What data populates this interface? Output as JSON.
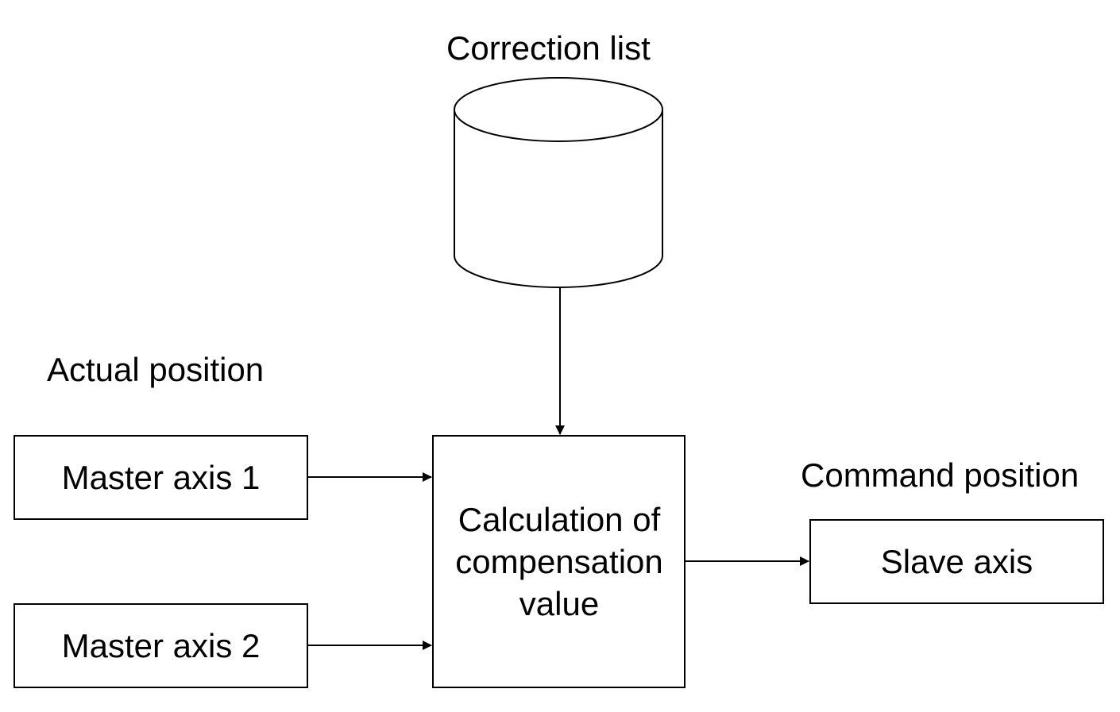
{
  "labels": {
    "correction_list": "Correction list",
    "actual_position": "Actual position",
    "command_position": "Command position"
  },
  "boxes": {
    "master_axis_1": "Master axis 1",
    "master_axis_2": "Master axis 2",
    "calculation": "Calculation of compensation value",
    "slave_axis": "Slave axis"
  },
  "colors": {
    "stroke": "#000000",
    "fill": "#ffffff"
  }
}
